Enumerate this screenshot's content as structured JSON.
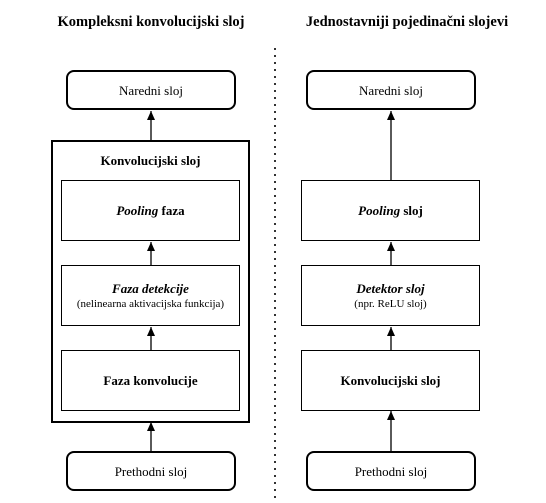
{
  "left_column": {
    "heading": "Kompleksni konvolucijski sloj",
    "next_layer": "Naredni sloj",
    "container_title": "Konvolucijski sloj",
    "pooling": {
      "italic": "Pooling",
      "rest": " faza"
    },
    "detection": {
      "title": "Faza detekcije",
      "subtitle": "(nelinearna aktivacijska funkcija)"
    },
    "convolution": "Faza konvolucije",
    "previous_layer": "Prethodni sloj"
  },
  "right_column": {
    "heading": "Jednostavniji pojedinačni slojevi",
    "next_layer": "Naredni sloj",
    "pooling": {
      "italic": "Pooling",
      "rest": " sloj"
    },
    "detector": {
      "title": "Detektor sloj",
      "subtitle": "(npr. ReLU sloj)"
    },
    "convolution": "Konvolucijski sloj",
    "previous_layer": "Prethodni sloj"
  }
}
